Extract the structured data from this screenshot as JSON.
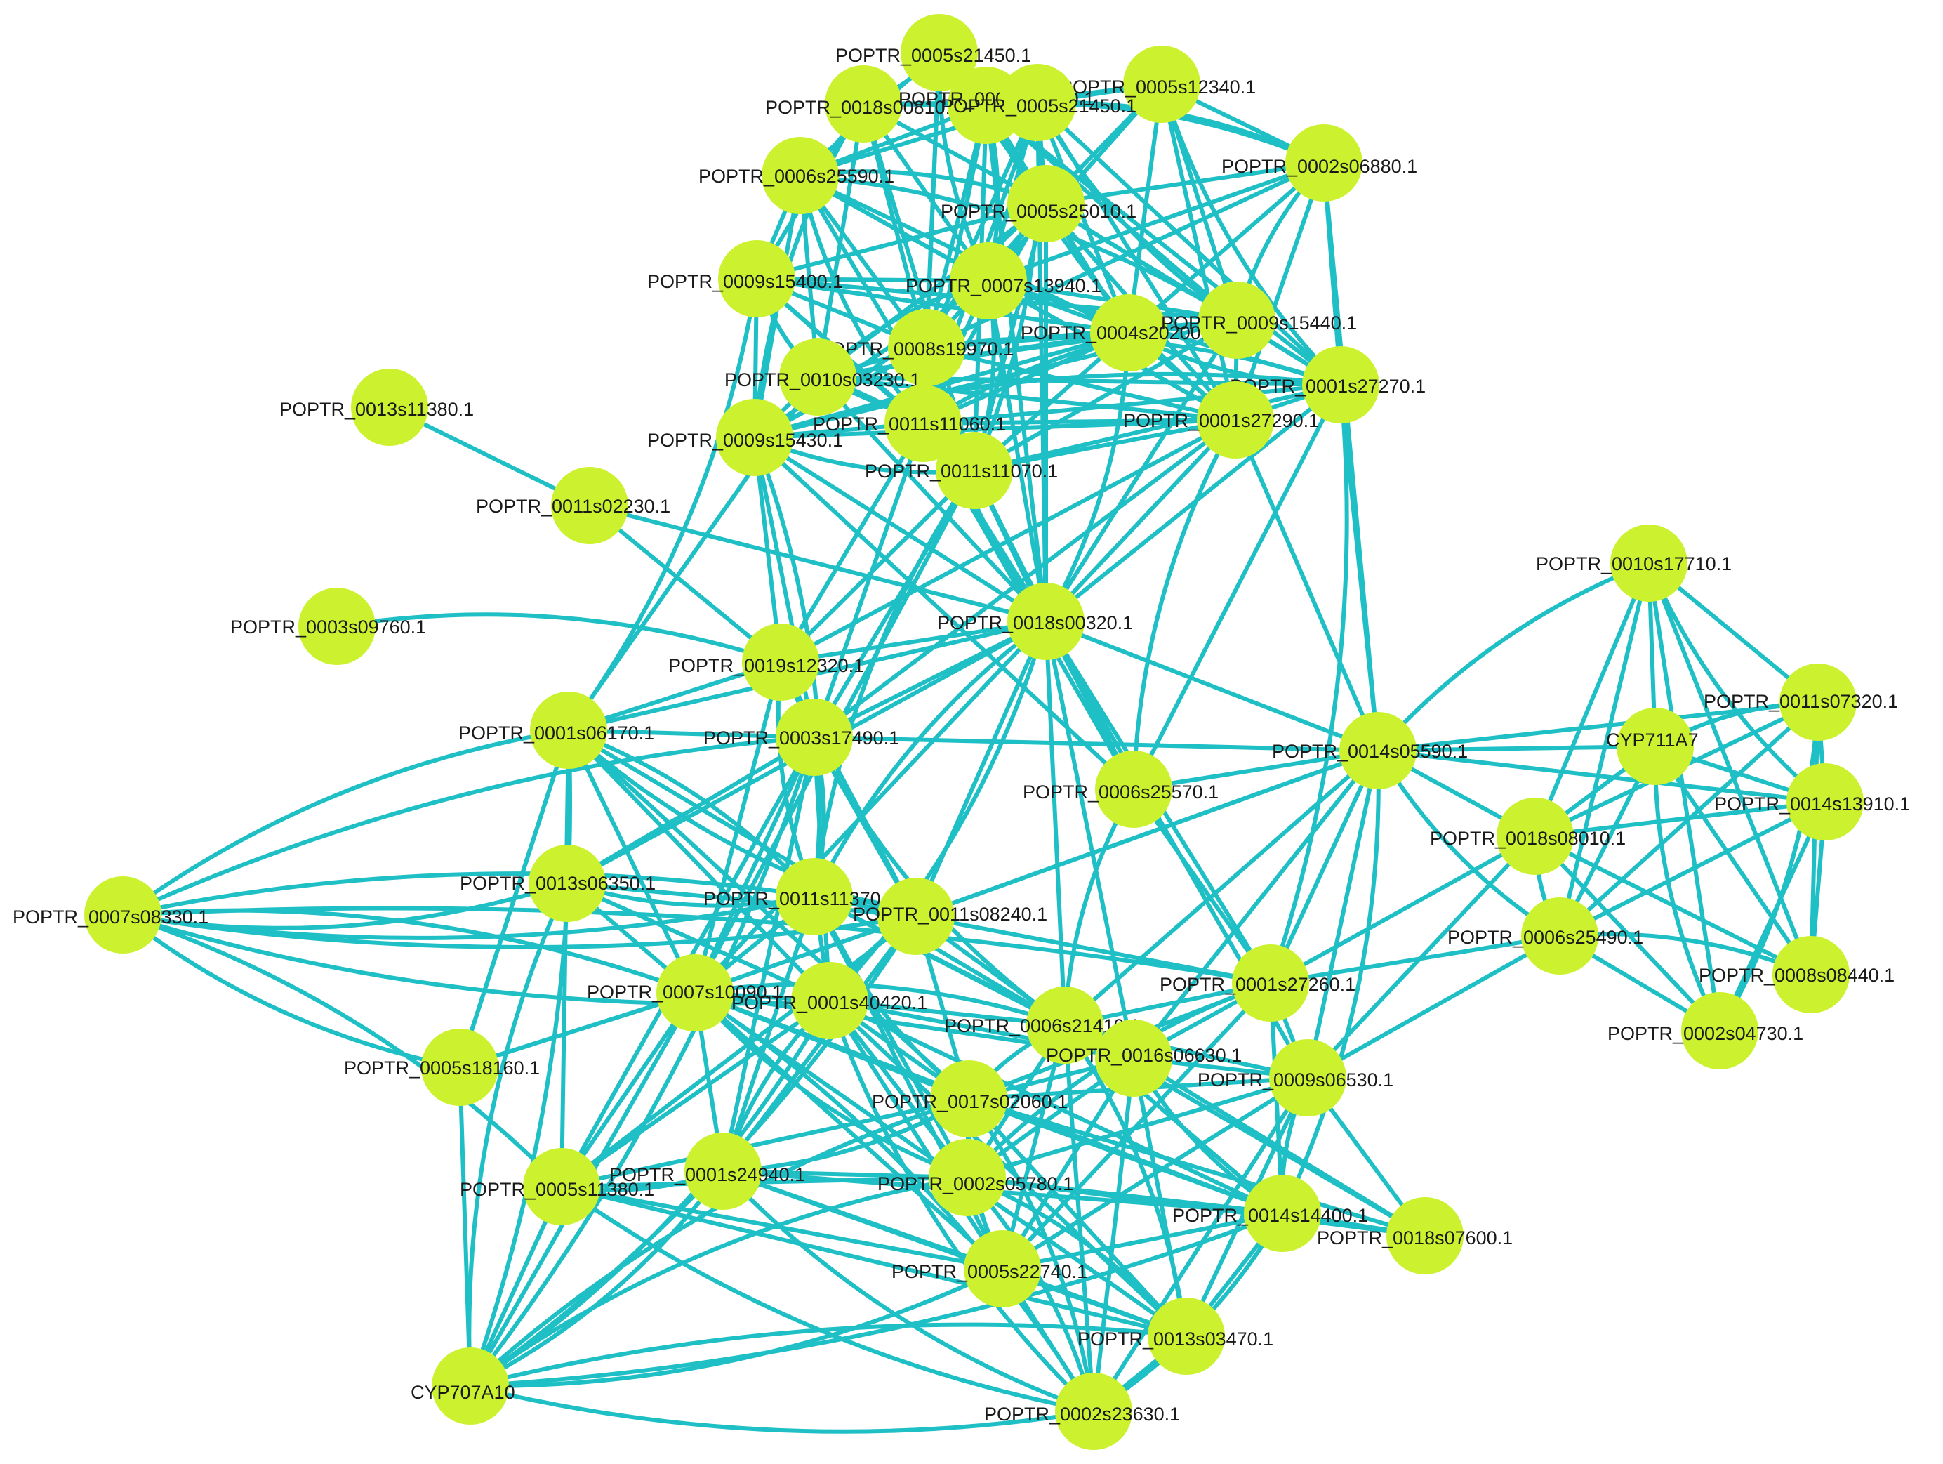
{
  "diagram": {
    "colors": {
      "edge": "#1fbfc6",
      "node": "#ccf22f",
      "label": "#1a1a1a",
      "background": "#ffffff"
    },
    "nodes": [
      {
        "id": "n1",
        "label": "POPTR_0005s21450.1"
      },
      {
        "id": "n2",
        "label": "POPTR_0018s00810.1"
      },
      {
        "id": "n3",
        "label": "POPTR_0002s06880.1"
      },
      {
        "id": "n4",
        "label": "POPTR_0005s21460.1"
      },
      {
        "id": "n5",
        "label": "POPTR_0005s12340.1"
      },
      {
        "id": "n6",
        "label": "POPTR_0005s21450.1"
      },
      {
        "id": "n7",
        "label": "POPTR_0006s25590.1"
      },
      {
        "id": "n8",
        "label": "POPTR_0005s25010.1"
      },
      {
        "id": "n9",
        "label": "POPTR_0009s15400.1"
      },
      {
        "id": "n10",
        "label": "POPTR_0007s13940.1"
      },
      {
        "id": "n11",
        "label": "POPTR_0004s20200.1"
      },
      {
        "id": "n12",
        "label": "POPTR_0009s15440.1"
      },
      {
        "id": "n13",
        "label": "POPTR_0008s19970.1"
      },
      {
        "id": "n14",
        "label": "POPTR_0010s03230.1"
      },
      {
        "id": "n15",
        "label": "POPTR_0001s27270.1"
      },
      {
        "id": "n16",
        "label": "POPTR_0001s27290.1"
      },
      {
        "id": "n17",
        "label": "POPTR_0013s11380.1"
      },
      {
        "id": "n18",
        "label": "POPTR_0011s11060.1"
      },
      {
        "id": "n19",
        "label": "POPTR_0009s15430.1"
      },
      {
        "id": "n20",
        "label": "POPTR_0011s11070.1"
      },
      {
        "id": "n21",
        "label": "POPTR_0011s02230.1"
      },
      {
        "id": "n22",
        "label": "POPTR_0010s17710.1"
      },
      {
        "id": "n23",
        "label": "POPTR_0003s09760.1"
      },
      {
        "id": "n24",
        "label": "POPTR_0018s00320.1"
      },
      {
        "id": "n25",
        "label": "POPTR_0019s12320.1"
      },
      {
        "id": "n26",
        "label": "POPTR_0011s07320.1"
      },
      {
        "id": "n27",
        "label": "POPTR_0001s06170.1"
      },
      {
        "id": "n28",
        "label": "POPTR_0003s17490.1"
      },
      {
        "id": "n29",
        "label": "CYP711A7"
      },
      {
        "id": "n30",
        "label": "POPTR_0014s05590.1"
      },
      {
        "id": "n31",
        "label": "POPTR_0006s25570.1"
      },
      {
        "id": "n32",
        "label": "POPTR_0014s13910.1"
      },
      {
        "id": "n33",
        "label": "POPTR_0018s08010.1"
      },
      {
        "id": "n34",
        "label": "POPTR_0013s06350.1"
      },
      {
        "id": "n35",
        "label": "POPTR_0011s11370.1"
      },
      {
        "id": "n36",
        "label": "POPTR_0007s08330.1"
      },
      {
        "id": "n37",
        "label": "POPTR_0011s08240.1"
      },
      {
        "id": "n38",
        "label": "POPTR_0006s25490.1"
      },
      {
        "id": "n39",
        "label": "POPTR_0008s08440.1"
      },
      {
        "id": "n40",
        "label": "POPTR_0001s27260.1"
      },
      {
        "id": "n41",
        "label": "POPTR_0007s10090.1"
      },
      {
        "id": "n42",
        "label": "POPTR_0001s40420.1"
      },
      {
        "id": "n43",
        "label": "POPTR_0002s04730.1"
      },
      {
        "id": "n44",
        "label": "POPTR_0006s21410.1"
      },
      {
        "id": "n45",
        "label": "POPTR_0016s06630.1"
      },
      {
        "id": "n46",
        "label": "POPTR_0005s18160.1"
      },
      {
        "id": "n47",
        "label": "POPTR_0009s06530.1"
      },
      {
        "id": "n48",
        "label": "POPTR_0017s02060.1"
      },
      {
        "id": "n49",
        "label": "POPTR_0001s24940.1"
      },
      {
        "id": "n50",
        "label": "POPTR_0002s05780.1"
      },
      {
        "id": "n51",
        "label": "POPTR_0005s11380.1"
      },
      {
        "id": "n52",
        "label": "POPTR_0014s14400.1"
      },
      {
        "id": "n53",
        "label": "POPTR_0018s07600.1"
      },
      {
        "id": "n54",
        "label": "POPTR_0005s22740.1"
      },
      {
        "id": "n55",
        "label": "POPTR_0013s03470.1"
      },
      {
        "id": "n56",
        "label": "CYP707A10"
      },
      {
        "id": "n57",
        "label": "POPTR_0002s23630.1"
      }
    ]
  }
}
